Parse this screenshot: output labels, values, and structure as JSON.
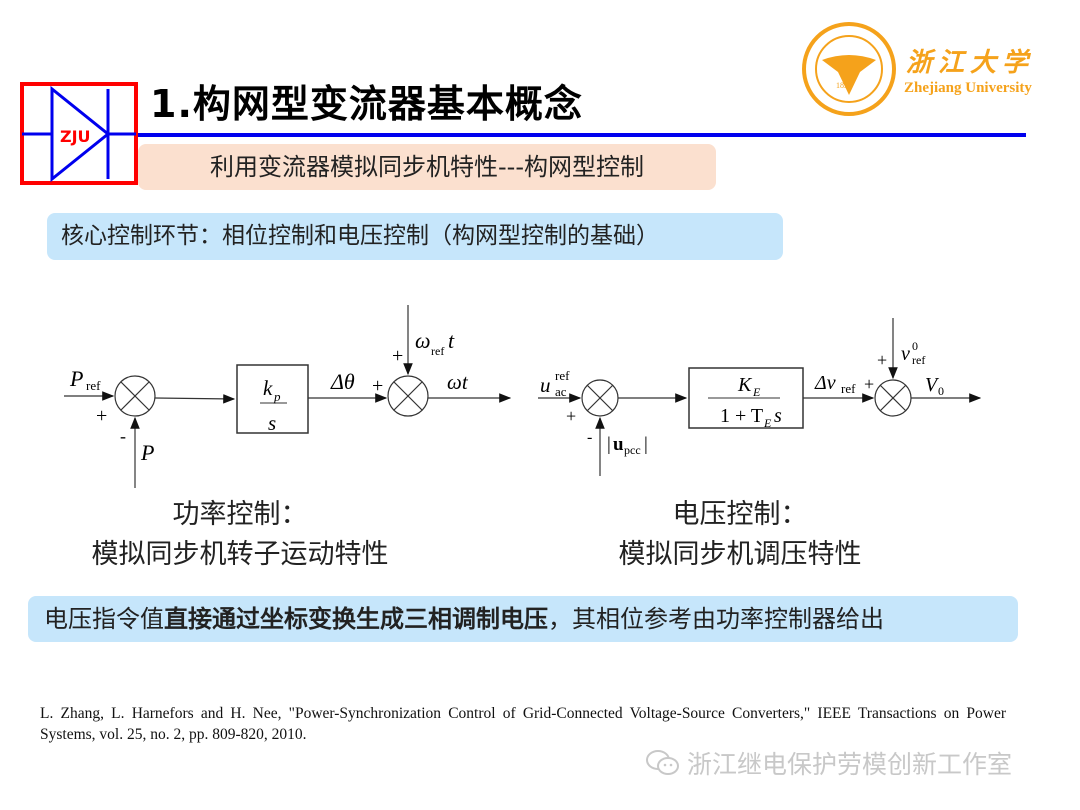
{
  "header": {
    "logo_text": "ZJU",
    "title": "1.构网型变流器基本概念",
    "university_cn": "浙江大学",
    "university_en": "Zhejiang University",
    "seal_year": "1897",
    "seal_text": "ZHEJIANG UNIVERSITY"
  },
  "subtitle": "利用变流器模拟同步机特性---构网型控制",
  "core_statement": "核心控制环节：相位控制和电压控制（构网型控制的基础）",
  "diagrams": {
    "power_control": {
      "input": "P",
      "input_sub": "ref",
      "feedback": "P",
      "sign_plus": "+",
      "sign_minus": "-",
      "block_num": "k",
      "block_num_sub": "p",
      "block_den": "s",
      "mid_signal": "Δθ",
      "ref_signal": "ω",
      "ref_signal_sub": "ref",
      "ref_signal_t": "t",
      "output": "ωt"
    },
    "voltage_control": {
      "input": "u",
      "input_sup": "ref",
      "input_sub": "ac",
      "feedback": "u",
      "feedback_sub": "pcc",
      "sign_plus": "+",
      "sign_minus": "-",
      "block_num": "K",
      "block_num_sub": "E",
      "block_den_a": "1 + T",
      "block_den_sub": "E",
      "block_den_b": "s",
      "mid_signal": "Δv",
      "mid_signal_sub": "ref",
      "ref_signal": "v",
      "ref_signal_sup": "0",
      "ref_signal_sub": "ref",
      "output": "V",
      "output_sub": "0"
    }
  },
  "captions": {
    "left_title": "功率控制：",
    "left_desc": "模拟同步机转子运动特性",
    "right_title": "电压控制：",
    "right_desc": "模拟同步机调压特性"
  },
  "note": {
    "prefix": "电压指令值",
    "bold": "直接通过坐标变换生成三相调制电压",
    "suffix": "，其相位参考由功率控制器给出"
  },
  "reference": "L. Zhang, L. Harnefors and H. Nee, \"Power-Synchronization Control of Grid-Connected Voltage-Source Converters,\" IEEE Transactions on Power Systems, vol. 25, no. 2, pp. 809-820, 2010.",
  "watermark": "浙江继电保护劳模创新工作室",
  "colors": {
    "accent_blue": "#0000ee",
    "logo_red": "#ff0000",
    "subtitle_bg": "#fbe0cf",
    "info_bg": "#c6e6fb",
    "uni_orange": "#f5a21b"
  }
}
